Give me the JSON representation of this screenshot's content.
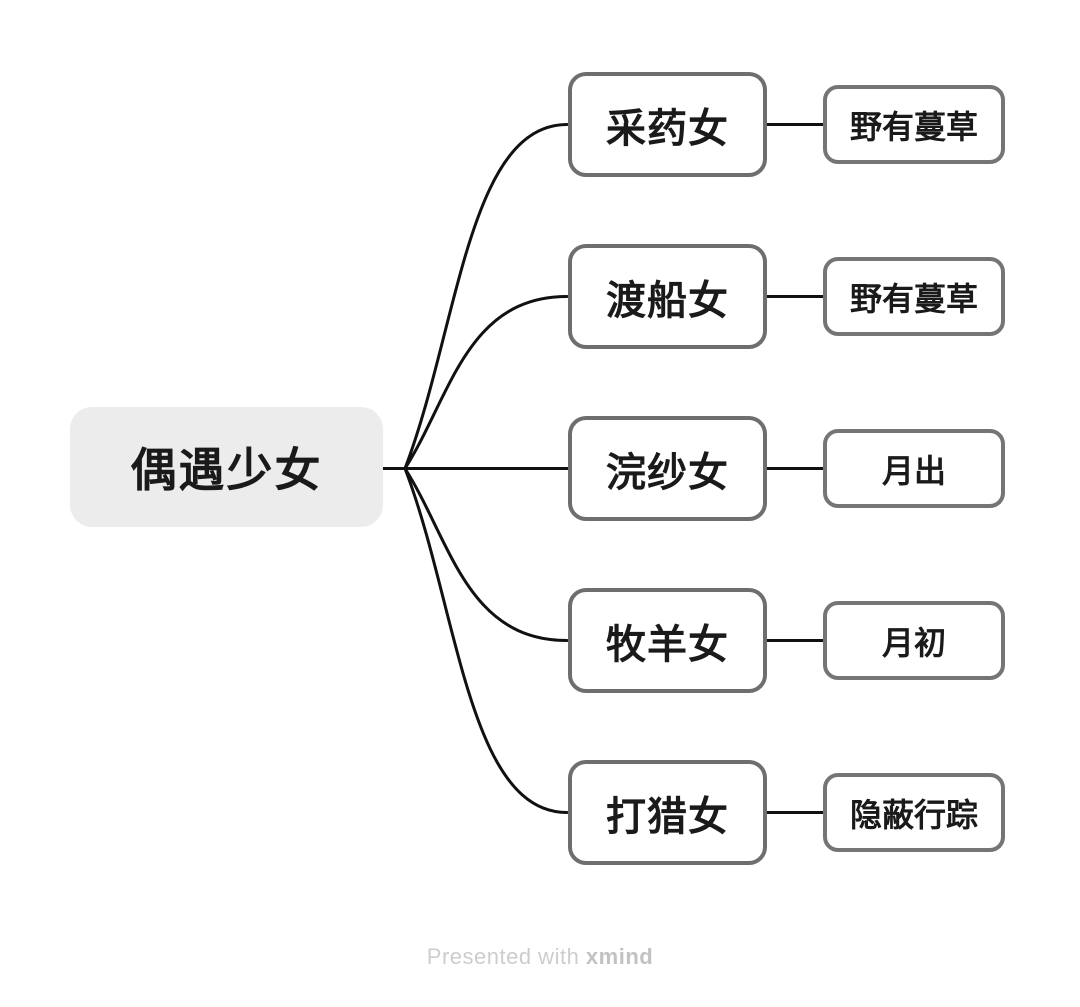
{
  "root": {
    "label": "偶遇少女"
  },
  "branches": [
    {
      "label": "采药女",
      "child": {
        "label": "野有蔓草"
      }
    },
    {
      "label": "渡船女",
      "child": {
        "label": "野有蔓草"
      }
    },
    {
      "label": "浣纱女",
      "child": {
        "label": "月出"
      }
    },
    {
      "label": "牧羊女",
      "child": {
        "label": "月初"
      }
    },
    {
      "label": "打猎女",
      "child": {
        "label": "隐蔽行踪"
      }
    }
  ],
  "watermark": {
    "prefix": "Presented with ",
    "brand": "xmind"
  },
  "colors": {
    "canvas_bg": "#ffffff",
    "root_fill": "#ececec",
    "branch_border": "#6e6e6e",
    "leaf_border": "#757575",
    "connector": "#111111",
    "node_text": "#1a1a1a",
    "watermark_text": "#cdcdcd"
  }
}
